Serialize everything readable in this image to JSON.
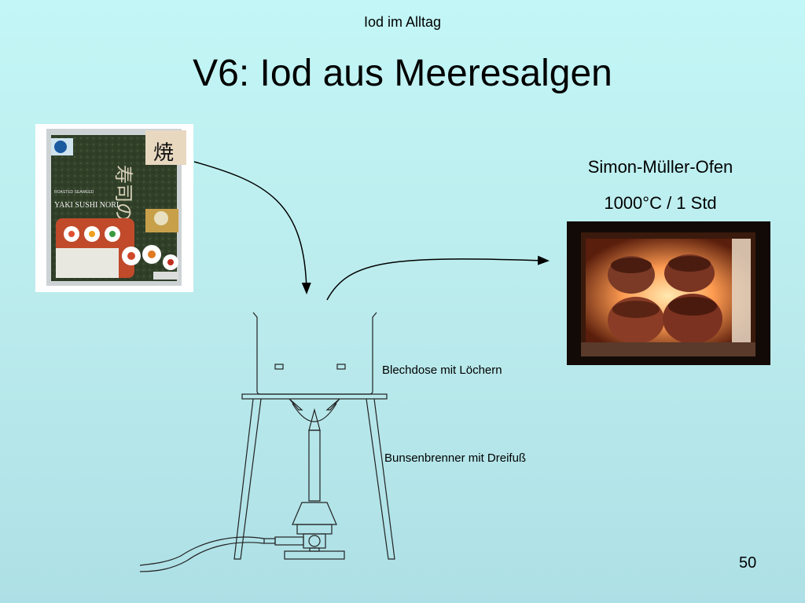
{
  "slide": {
    "header": "Iod im Alltag",
    "title": "V6: Iod aus Meeresalgen",
    "page_number": "50"
  },
  "oven": {
    "name": "Simon-Müller-Ofen",
    "setting": "1000°C / 1 Std"
  },
  "apparatus": {
    "can_label": "Blechdose mit Löchern",
    "burner_label": "Bunsenbrenner mit Dreifuß"
  },
  "nori_pack": {
    "kanji": "焼",
    "kanji2": "寿司のり",
    "product": "YAKI SUSHI NORI",
    "subtitle": "ROASTED SEAWEED"
  },
  "colors": {
    "background": "#c3f6f6",
    "oven_glow": "#ff9a5a",
    "nori_green": "#2b3a22"
  }
}
